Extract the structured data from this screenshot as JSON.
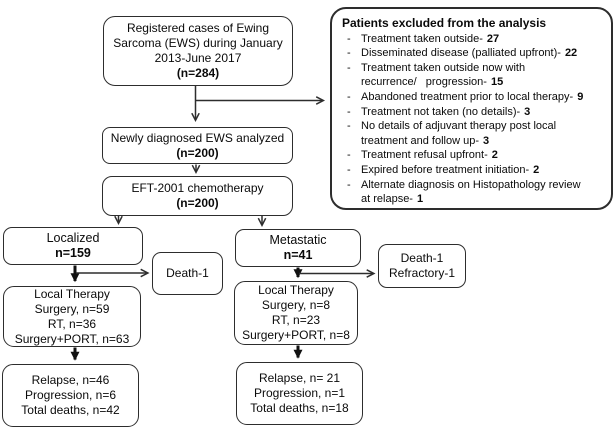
{
  "palette": {
    "line_color": "#2d2d2d",
    "bold_line_color": "#111111",
    "text_color": "#0a0a0a",
    "box_background": "#ffffff"
  },
  "registered": {
    "lines": [
      "Registered cases of Ewing",
      "Sarcoma (EWS) during January",
      "2013-June 2017"
    ],
    "n": "(n=284)"
  },
  "excluded": {
    "title": "Patients excluded from the analysis",
    "items": [
      {
        "label": "Treatment taken outside-",
        "value": "27"
      },
      {
        "label": "Disseminated disease (palliated upfront)-",
        "value": "22"
      },
      {
        "label": "Treatment taken outside now with\nrecurrence/   progression-",
        "value": "15"
      },
      {
        "label": "Abandoned treatment prior to local therapy-",
        "value": "9"
      },
      {
        "label": "Treatment not taken (no details)-",
        "value": "3"
      },
      {
        "label": "No details of adjuvant therapy post local\ntreatment and follow up-",
        "value": "3"
      },
      {
        "label": "Treatment refusal upfront-",
        "value": "2"
      },
      {
        "label": "Expired before treatment initiation-",
        "value": "2"
      },
      {
        "label": "Alternate diagnosis on Histopathology review\nat relapse-",
        "value": "1"
      }
    ]
  },
  "newly_diagnosed": {
    "text": "Newly diagnosed EWS analyzed",
    "n": "(n=200)"
  },
  "chemotherapy": {
    "text": "EFT-2001 chemotherapy",
    "n": "(n=200)"
  },
  "localized": {
    "text": "Localized",
    "n": "n=159"
  },
  "localized_death": {
    "line1": "Death-1"
  },
  "local_therapy_localized": {
    "lines": [
      "Local Therapy",
      "Surgery, n=59",
      "RT, n=36",
      "Surgery+PORT, n=63"
    ]
  },
  "outcomes_localized": {
    "lines": [
      "Relapse, n=46",
      "Progression, n=6",
      "Total deaths, n=42"
    ]
  },
  "metastatic": {
    "text": "Metastatic",
    "n": "n=41"
  },
  "metastatic_death": {
    "line1": "Death-1",
    "line2": "Refractory-1"
  },
  "local_therapy_metastatic": {
    "lines": [
      "Local Therapy",
      "Surgery, n=8",
      "RT, n=23",
      "Surgery+PORT, n=8"
    ]
  },
  "outcomes_metastatic": {
    "lines": [
      "Relapse, n= 21",
      "Progression, n=1",
      "Total deaths, n=18"
    ]
  }
}
